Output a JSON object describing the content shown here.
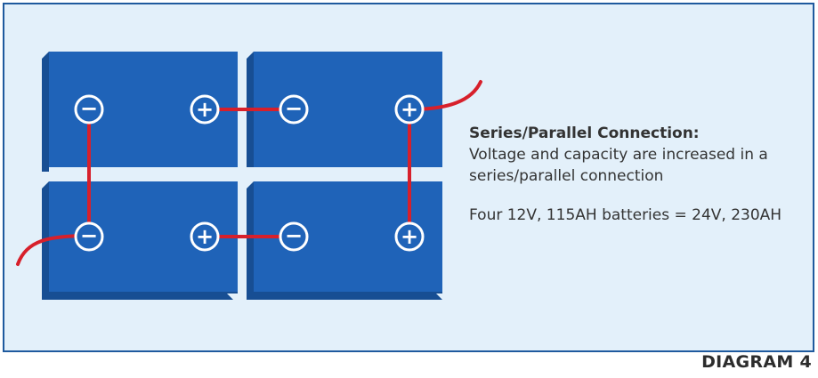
{
  "diagram": {
    "heading": "Series/Parallel Connection:",
    "description": "Voltage and capacity are increased in a series/parallel connection",
    "ratings": "Four 12V, 115AH batteries = 24V, 230AH",
    "label": "DIAGRAM 4",
    "terminal_symbols": {
      "negative": "−",
      "positive": "+"
    },
    "batteries": [
      {
        "id": "top-left"
      },
      {
        "id": "top-right"
      },
      {
        "id": "bottom-left"
      },
      {
        "id": "bottom-right"
      }
    ],
    "colors": {
      "panel_background": "#e3f0fa",
      "panel_border": "#1f5a9e",
      "battery_face": "#1f63b8",
      "battery_side": "#174e93",
      "wire": "#d7202b",
      "terminal_fill": "#ffffff"
    }
  }
}
